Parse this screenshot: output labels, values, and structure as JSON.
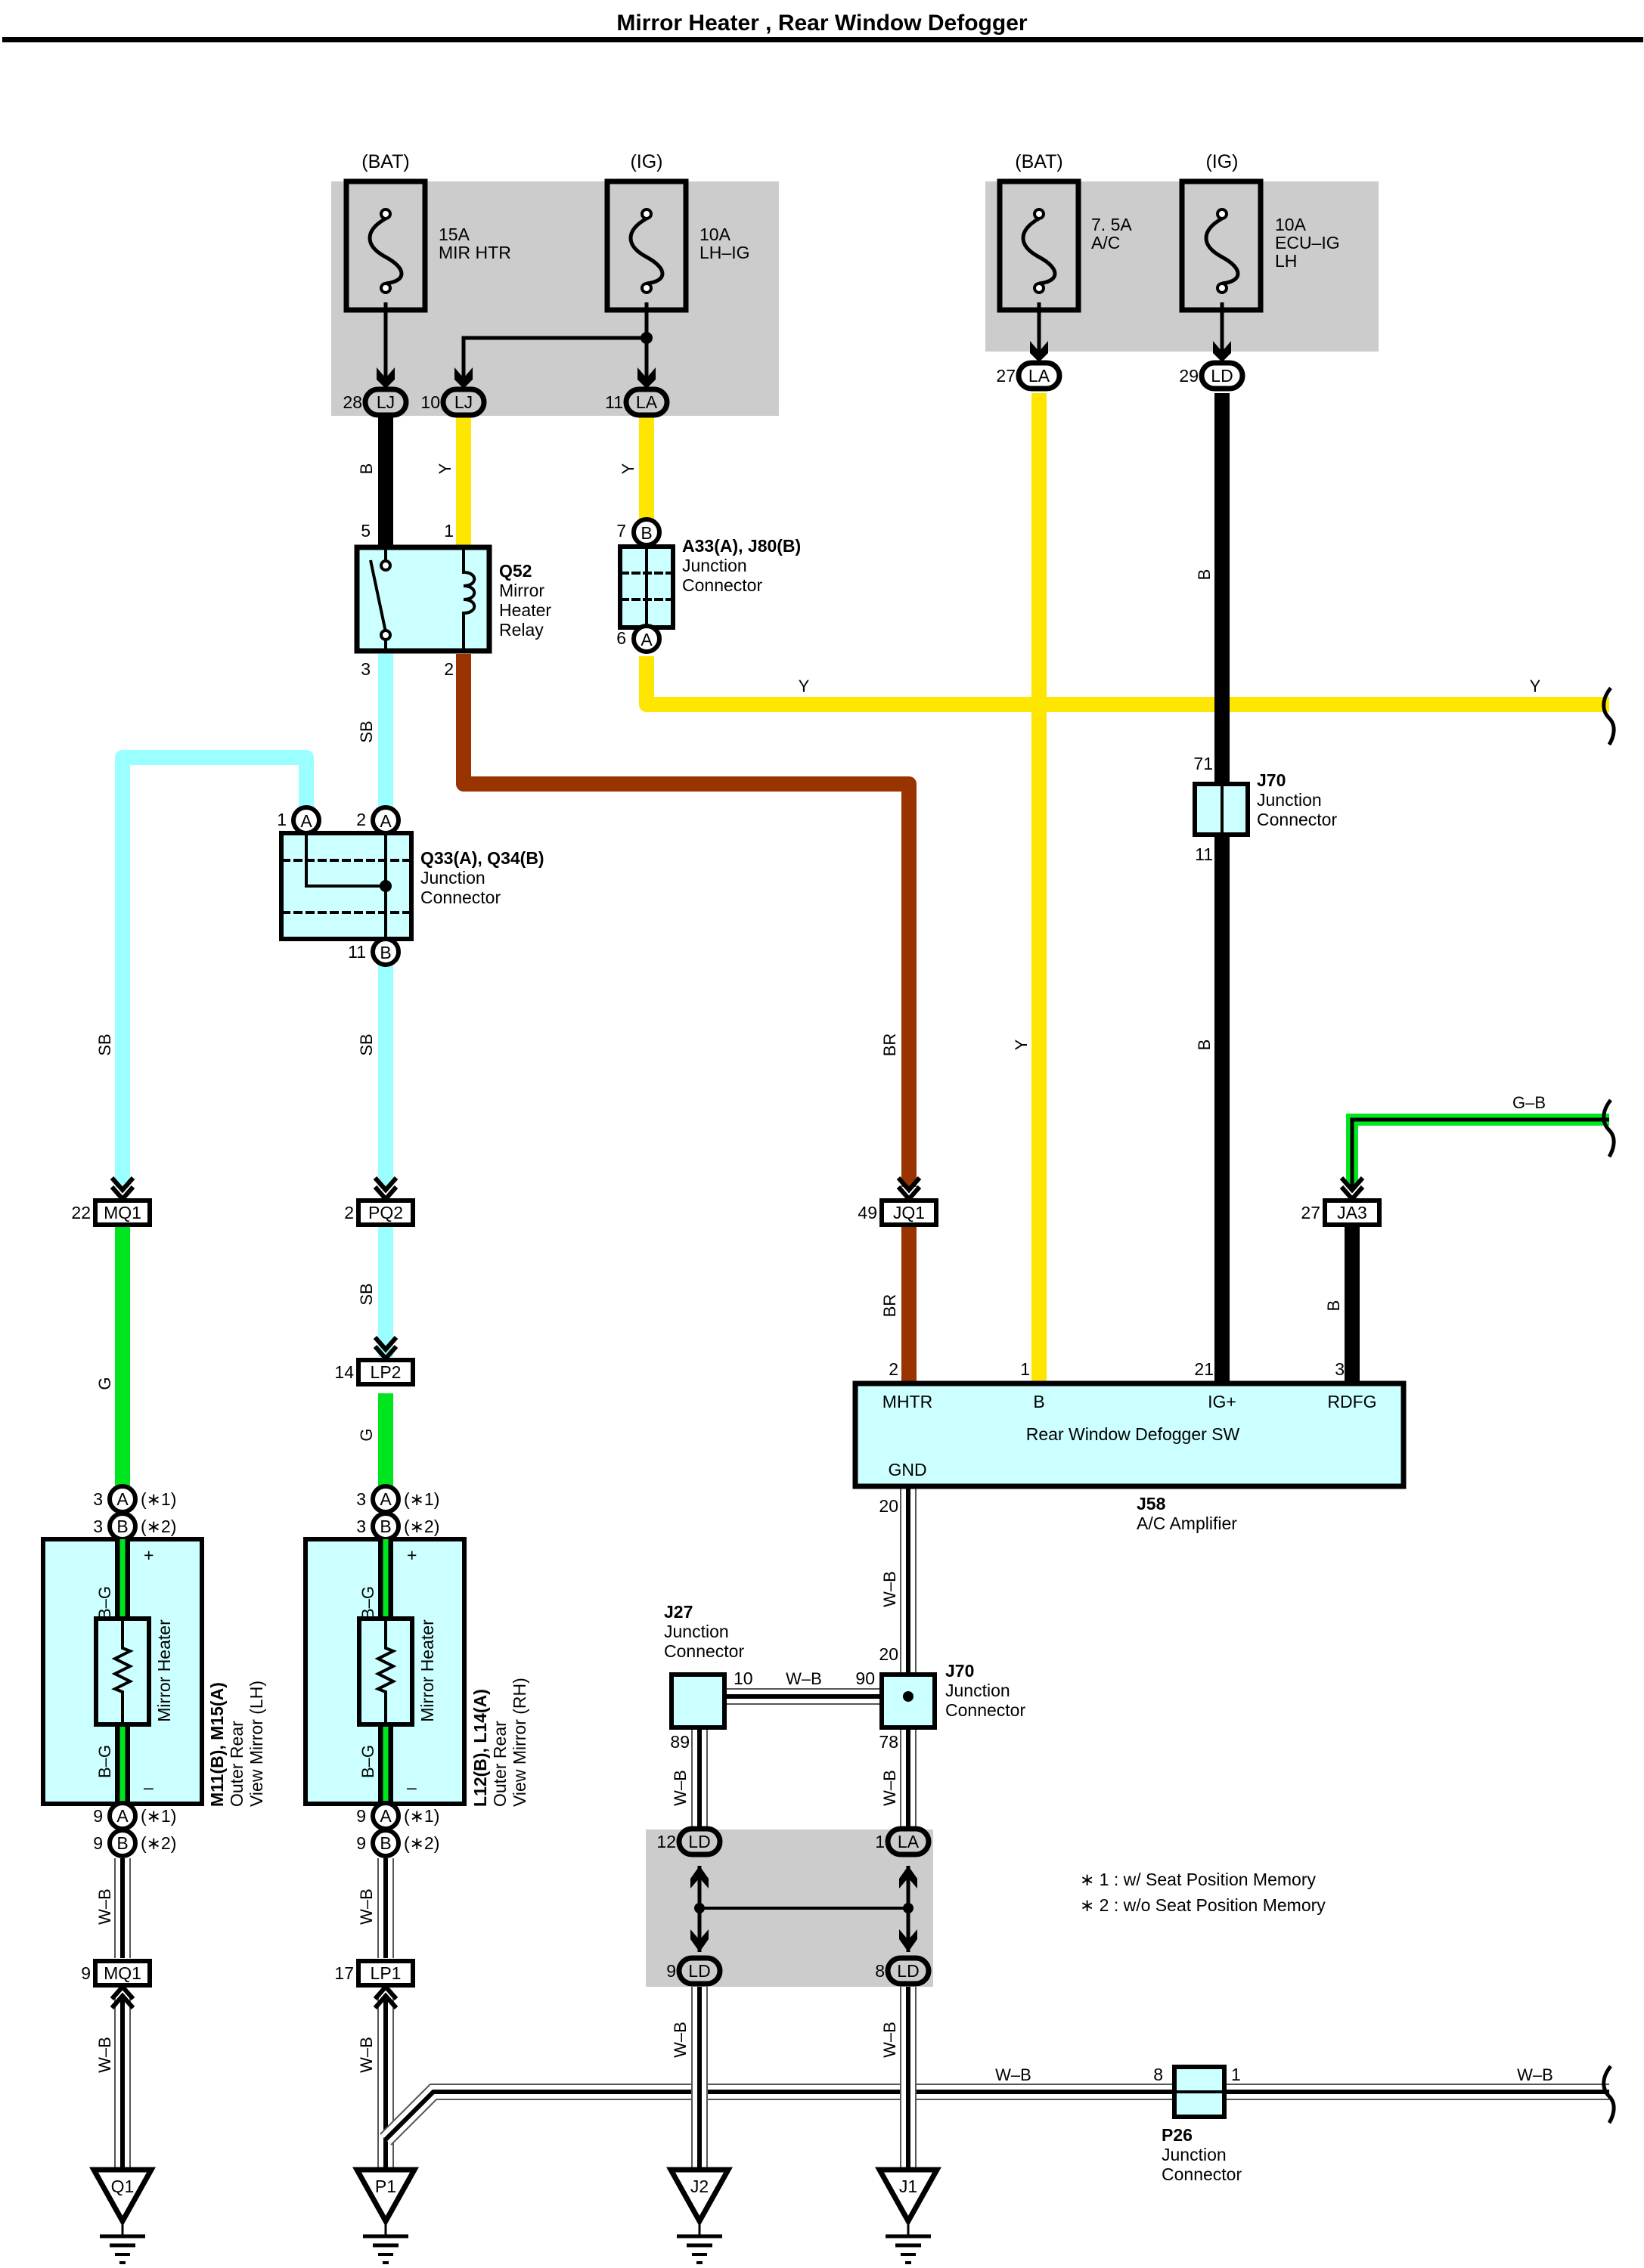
{
  "page": {
    "title": "Mirror Heater , Rear Window Defogger"
  },
  "colors": {
    "Y": "#ffe600",
    "B": "#000000",
    "SB": "#99ffff",
    "BR": "#993300",
    "G": "#00e61e",
    "W": "#ffffff",
    "component_fill": "#ccffff",
    "junction_block_fill": "#cccccc"
  },
  "fuses": [
    {
      "id": "fuse-mir-htr",
      "source": "(BAT)",
      "rating": "15A",
      "name": "MIR HTR",
      "name2": ""
    },
    {
      "id": "fuse-lh-ig",
      "source": "(IG)",
      "rating": "10A",
      "name": "LH–IG",
      "name2": ""
    },
    {
      "id": "fuse-ac",
      "source": "(BAT)",
      "rating": "7. 5A",
      "name": "A/C",
      "name2": ""
    },
    {
      "id": "fuse-ecu-ig-lh",
      "source": "(IG)",
      "rating": "10A",
      "name": "ECU–IG",
      "name2": "LH"
    }
  ],
  "connectors": {
    "lj28": {
      "pin": "28",
      "code": "LJ"
    },
    "lj10": {
      "pin": "10",
      "code": "LJ"
    },
    "la11": {
      "pin": "11",
      "code": "LA"
    },
    "la27": {
      "pin": "27",
      "code": "LA"
    },
    "ld29": {
      "pin": "29",
      "code": "LD"
    },
    "mq1_22": {
      "pin": "22",
      "code": "MQ1"
    },
    "pq2_2": {
      "pin": "2",
      "code": "PQ2"
    },
    "lp2_14": {
      "pin": "14",
      "code": "LP2"
    },
    "jq1_49": {
      "pin": "49",
      "code": "JQ1"
    },
    "ja3_27": {
      "pin": "27",
      "code": "JA3"
    },
    "mq1_9": {
      "pin": "9",
      "code": "MQ1"
    },
    "lp1_17": {
      "pin": "17",
      "code": "LP1"
    },
    "ld12": {
      "pin": "12",
      "code": "LD"
    },
    "la1": {
      "pin": "1",
      "code": "LA"
    },
    "ld9": {
      "pin": "9",
      "code": "LD"
    },
    "ld8": {
      "pin": "8",
      "code": "LD"
    }
  },
  "components": {
    "q52": {
      "code": "Q52",
      "line1": "Mirror",
      "line2": "Heater",
      "line3": "Relay",
      "pins": {
        "p5": "5",
        "p1": "1",
        "p3": "3",
        "p2": "2"
      }
    },
    "a33": {
      "code": "A33(A), J80(B)",
      "line1": "Junction",
      "line2": "Connector",
      "pin_top": "7",
      "pin_top_code": "B",
      "pin_bot": "6",
      "pin_bot_code": "A"
    },
    "q33": {
      "code": "Q33(A), Q34(B)",
      "line1": "Junction",
      "line2": "Connector",
      "pin1": "1",
      "pin1_code": "A",
      "pin2": "2",
      "pin2_code": "A",
      "pin11": "11",
      "pin11_code": "B"
    },
    "j70_top": {
      "code": "J70",
      "line1": "Junction",
      "line2": "Connector",
      "pin_top": "71",
      "pin_bot": "11"
    },
    "j58": {
      "code": "J58",
      "name": "A/C Amplifier",
      "inner": "Rear Window Defogger SW",
      "terminals": [
        {
          "pin": "2",
          "name": "MHTR"
        },
        {
          "pin": "1",
          "name": "B"
        },
        {
          "pin": "21",
          "name": "IG+"
        },
        {
          "pin": "3",
          "name": "RDFG"
        }
      ],
      "gnd": {
        "pin": "20",
        "name": "GND"
      }
    },
    "mirror_lh": {
      "code": "M11(B), M15(A)",
      "line1": "Outer Rear",
      "line2": "View Mirror (LH)",
      "inner": "Mirror Heater",
      "plus": "+",
      "minus": "–"
    },
    "mirror_rh": {
      "code": "L12(B), L14(A)",
      "line1": "Outer Rear",
      "line2": "View Mirror (RH)",
      "inner": "Mirror Heater",
      "plus": "+",
      "minus": "–"
    },
    "j27": {
      "code": "J27",
      "line1": "Junction",
      "line2": "Connector",
      "pin_right": "10",
      "pin_bot": "89"
    },
    "j70_bot": {
      "code": "J70",
      "line1": "Junction",
      "line2": "Connector",
      "pin_top": "20",
      "pin_left": "90",
      "pin_bot": "78"
    },
    "p26": {
      "code": "P26",
      "line1": "Junction",
      "line2": "Connector",
      "pin_left": "8",
      "pin_right": "1"
    }
  },
  "mirror_pins": {
    "top_a": {
      "pin": "3",
      "code": "A",
      "note": "(∗1)"
    },
    "top_b": {
      "pin": "3",
      "code": "B",
      "note": "(∗2)"
    },
    "bot_a": {
      "pin": "9",
      "code": "A",
      "note": "(∗1)"
    },
    "bot_b": {
      "pin": "9",
      "code": "B",
      "note": "(∗2)"
    }
  },
  "grounds": [
    {
      "id": "Q1",
      "label": "Q1"
    },
    {
      "id": "P1",
      "label": "P1"
    },
    {
      "id": "J2",
      "label": "J2"
    },
    {
      "id": "J1",
      "label": "J1"
    }
  ],
  "wire_labels": {
    "b": "B",
    "y": "Y",
    "sb": "SB",
    "br": "BR",
    "g": "G",
    "bg": "B–G",
    "wb": "W–B",
    "gb": "G–B"
  },
  "notes": [
    "∗ 1 : w/ Seat Position Memory",
    "∗ 2 : w/o Seat Position Memory"
  ]
}
